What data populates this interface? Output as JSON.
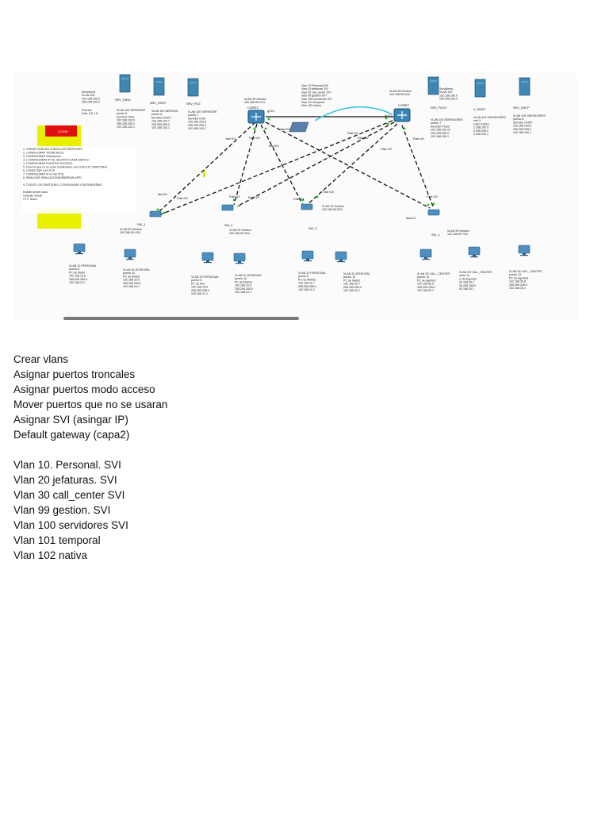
{
  "topology": {
    "core1": {
      "name": "CORE1",
      "label": [
        "VLAN 99 Gestion",
        "192.168.99.1/24"
      ]
    },
    "core2": {
      "name": "CORE2",
      "label": [
        "VLAN 99 Gestion",
        "192.168.99.2/24"
      ]
    },
    "vlan_note": [
      "Vlan 10 Personal SVI",
      "Vlan 20 jefaturas SVI",
      "Vlan 30 call_center SVI",
      "Vlan 99 gestion SVI",
      "Vlan 100 servidores SVI",
      "Vlan 101 temporal",
      "Vlan 102 nativa"
    ],
    "left_info": [
      "Servidores",
      "VLAN 100",
      "192.168.100.0",
      "255.255.255.0"
    ],
    "left_ports": [
      "Puertos",
      "Fast: 5,6,7,8"
    ],
    "right_info": [
      "Servidores",
      "VLAN 100",
      "192.168.100.0",
      "255.255.255.0"
    ],
    "login_label": "LOGIN",
    "task_list": [
      "1. CREAR VLAN EN TODOS LOS SWITCHES",
      "2. CONFIGURAR TRONCALES",
      "3. CONFIGURAR Descripcion",
      "3.1 CONFIGURAR IP DE GESTION CADA SWITCH",
      "4. CONFIGURAR PUERTOS ACCESO",
      "5. Puertos que no se usan movilizarlos a la VLAN 101 TEMPORAL",
      "6. CONECTAR LAS PCS",
      "7. CONFIGURAR IP en las PCS",
      "8. REALIZAR SIMULACION(DEBERIAN APP)",
      "",
      "9. TODOS LOS SWITCHES, CONFIGURAR CONTRASEÑAS",
      "",
      "Enable secret cisco",
      "consola: estudi",
      "VTY: telam"
    ],
    "servers": [
      {
        "name": "SRV_DNS1",
        "label": [
          "VLAN 100 SERVIDOR",
          "puerto 5",
          "Servidor DNS",
          "192.168.100.5",
          "255.255.255.0",
          "192.168.100.1"
        ]
      },
      {
        "name": "SRV_DHCP",
        "label": [
          "VLAN 100 SERVIDO",
          "puerto 6",
          "Servidor DHCP",
          "192.168.100.7",
          "255.255.255.0",
          "192.168.100.1"
        ]
      },
      {
        "name": "SRV_FILE",
        "label": [
          "VLAN 100 SERVIDOR",
          "puerto 7",
          "Servidor DNS",
          "192.168.100.8",
          "255.255.255.0",
          "192.168.100.1"
        ]
      },
      {
        "name": "SRV_FILE2",
        "label": [
          "VLAN 100 SERVIDORES",
          "puerto 7",
          "Servidor FILE2",
          "192.168.100.10",
          "255.255.255.0",
          "192.168.100.1"
        ]
      },
      {
        "name": "V_DNS2",
        "label": [
          "VLAN 100 SERVIDORES",
          "erto 5",
          "rvidor DNS2",
          "2.168.100.9",
          "5.255.255.0",
          "2.168.100.1"
        ]
      },
      {
        "name": "SRV_DHCP",
        "label": [
          "VLAN 100 SERVIDORES",
          "puerto 6",
          "Servidor DHCP",
          "192.168.100.6",
          "255.255.255.0",
          "192.168.100.1"
        ]
      }
    ],
    "switches": [
      {
        "name": "SW_1",
        "label": [
          "VLAN 99 Gestion",
          "192.168.99.4/24"
        ]
      },
      {
        "name": "SW_2",
        "label": [
          "VLAN 99 Gestion",
          "192.168.99.3/24"
        ]
      },
      {
        "name": "SW_3",
        "label": [
          "VLAN 99 Gestion",
          "192.168.99.5/24"
        ]
      },
      {
        "name": "SW_4",
        "label": [
          "VLAN 99 Gestion",
          "192.168.99.7/24"
        ]
      }
    ],
    "ports": [
      "fast 0/1",
      "Fast 0/2",
      "fast 0/3",
      "fast 0/4",
      "gi 0/1",
      "gi 0/1",
      "Fast 0/1",
      "Fast 0/2",
      "Fast 0/3",
      "Fast 0/4",
      "fast 0/1",
      "Fast 0/2",
      "Fast 0/1",
      "Fast 0/2",
      "Fast 0/1",
      "Fast 0/3",
      "fast 0/1",
      "Fast 0/2"
    ],
    "pcs": [
      {
        "label": [
          "VLAN 10 PERSONAL",
          "puerto 5",
          "PC de Mario",
          "192.168.10.5",
          "255.255.255.0",
          "192.168.10.1"
        ]
      },
      {
        "label": [
          "VLAN 20 JEFATURA",
          "puerto 10",
          "PC de Anibal",
          "192.168.20.5",
          "255.255.255.0",
          "192.168.20.1"
        ]
      },
      {
        "label": [
          "VLAN 10 PERSONAL",
          "puerto 5",
          "PC de Ana",
          "192.168.10.6",
          "255.255.255.0",
          "192.168.10.1"
        ]
      },
      {
        "label": [
          "VLAN 20 JEFATURA",
          "puerto 10",
          "PC de Marina",
          "192.168.20.6",
          "255.255.255.0",
          "192.168.20.1"
        ]
      },
      {
        "label": [
          "VLAN 10 PERSONAL",
          "puerto 5",
          "PC de ANGEL",
          "192.168.10.7",
          "255.255.255.0",
          "192.168.10.1"
        ]
      },
      {
        "label": [
          "VLAN 20 JEFATURA",
          "puerto 10",
          "PC de Walter",
          "192.168.20.7",
          "255.255.255.0",
          "192.168.20.1"
        ]
      },
      {
        "label": [
          "VLAN 30 CALL_CENTER",
          "puerto 14",
          "PC de Agerted",
          "192.168.30.6",
          "255.255.255.0",
          "192.168.30.1"
        ]
      },
      {
        "label": [
          "VLAN 30 CALL_CENTER",
          "uerto 12",
          "C de Agented",
          "92.168.30.7",
          "55.255.255.0",
          "92.168.30.1"
        ]
      },
      {
        "label": [
          "VLAN 30 CALL_CENTER",
          "puerto 13",
          "PC de Agented",
          "192.168.30.8",
          "255.255.255.0",
          "192.168.30.1"
        ]
      }
    ]
  },
  "notes": {
    "steps": [
      "Crear vlans",
      "Asignar puertos troncales",
      "Asignar puertos modo acceso",
      "Mover puertos que no se usaran",
      "Asignar SVI (asingar IP)",
      "Default gateway (capa2)"
    ],
    "vlans": [
      "Vlan 10. Personal. SVI",
      "Vlan 20 jefaturas. SVI",
      "Vlan 30 call_center SVI",
      "Vlan 99 gestion. SVI",
      "Vlan 100 servidores SVI",
      "Vlan 101 temporal",
      "Vlan 102 nativa"
    ]
  }
}
